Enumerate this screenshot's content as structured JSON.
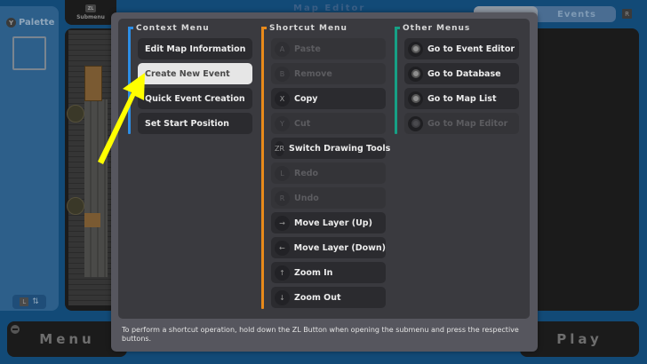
{
  "background": {
    "palette": {
      "button": "Y",
      "label": "Palette",
      "toggle_button": "L",
      "toggle_icon": "⇅"
    },
    "submenu_tab": {
      "button": "ZL",
      "label": "Submenu"
    },
    "window_title": "Map Editor",
    "tabs": {
      "active": "",
      "inactive": "Events",
      "right_button": "R"
    },
    "menu_button": {
      "icon": "minus",
      "label": "Menu"
    },
    "play_button": {
      "label": "Play"
    }
  },
  "popup": {
    "context_menu": {
      "title": "Context Menu",
      "accent": "#2d8ee6",
      "items": [
        {
          "label": "Edit Map Information",
          "state": "normal"
        },
        {
          "label": "Create New Event",
          "state": "selected"
        },
        {
          "label": "Quick Event Creation",
          "state": "normal"
        },
        {
          "label": "Set Start Position",
          "state": "normal"
        }
      ]
    },
    "shortcut_menu": {
      "title": "Shortcut Menu",
      "accent": "#e88a1a",
      "items": [
        {
          "key": "A",
          "label": "Paste",
          "state": "disabled"
        },
        {
          "key": "B",
          "label": "Remove",
          "state": "disabled"
        },
        {
          "key": "X",
          "label": "Copy",
          "state": "normal"
        },
        {
          "key": "Y",
          "label": "Cut",
          "state": "disabled"
        },
        {
          "key": "ZR",
          "label": "Switch Drawing Tools",
          "state": "normal"
        },
        {
          "key": "L",
          "label": "Redo",
          "state": "disabled"
        },
        {
          "key": "R",
          "label": "Undo",
          "state": "disabled"
        },
        {
          "key": "→",
          "label": "Move Layer (Up)",
          "state": "normal"
        },
        {
          "key": "←",
          "label": "Move Layer (Down)",
          "state": "normal"
        },
        {
          "key": "↑",
          "label": "Zoom In",
          "state": "normal"
        },
        {
          "key": "↓",
          "label": "Zoom Out",
          "state": "normal"
        }
      ]
    },
    "other_menus": {
      "title": "Other Menus",
      "accent": "#16a085",
      "items": [
        {
          "icon": "event-editor-icon",
          "label": "Go to Event Editor",
          "state": "normal"
        },
        {
          "icon": "database-icon",
          "label": "Go to Database",
          "state": "normal"
        },
        {
          "icon": "map-list-icon",
          "label": "Go to Map List",
          "state": "normal"
        },
        {
          "icon": "map-editor-icon",
          "label": "Go to Map Editor",
          "state": "disabled"
        }
      ]
    },
    "footer": "To perform a shortcut operation, hold down the ZL Button when opening the submenu and press the respective buttons."
  },
  "annotation": {
    "type": "arrow",
    "color": "#ffff00",
    "points_to": "Create New Event"
  }
}
